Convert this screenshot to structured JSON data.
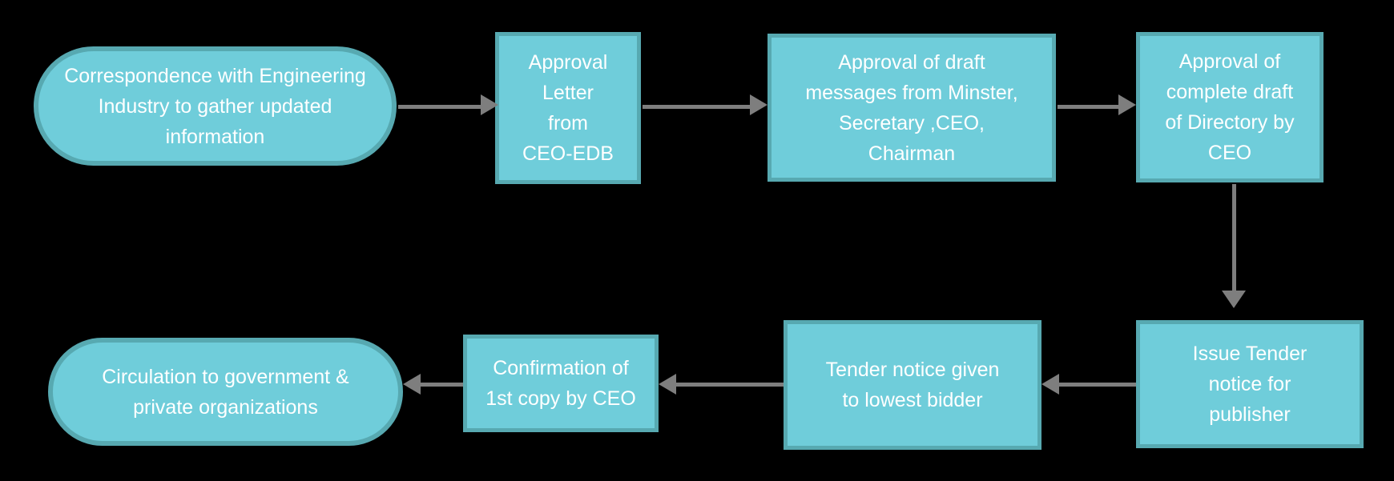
{
  "diagram": {
    "type": "flowchart",
    "colors": {
      "background": "#000000",
      "node_fill": "#6FCDDA",
      "node_border": "#57A9B1",
      "arrow": "#7E7E7E",
      "text": "#FFFFFF"
    },
    "nodes": [
      {
        "id": "correspondence",
        "shape": "stadium",
        "label": "Correspondence with Engineering\nIndustry to gather updated\ninformation"
      },
      {
        "id": "approval-letter",
        "shape": "rectangle",
        "label": "Approval\nLetter\nfrom\nCEO-EDB"
      },
      {
        "id": "approval-draft-messages",
        "shape": "rectangle",
        "label": "Approval of draft\nmessages from Minster,\nSecretary ,CEO,\nChairman"
      },
      {
        "id": "approval-complete-draft",
        "shape": "rectangle",
        "label": "Approval of\ncomplete draft\nof Directory by\nCEO"
      },
      {
        "id": "issue-tender-notice",
        "shape": "rectangle",
        "label": "Issue Tender\nnotice for\npublisher"
      },
      {
        "id": "tender-lowest-bidder",
        "shape": "rectangle",
        "label": "Tender notice given\nto lowest bidder"
      },
      {
        "id": "confirmation-first-copy",
        "shape": "rectangle",
        "label": "Confirmation of\n1st copy by CEO"
      },
      {
        "id": "circulation",
        "shape": "stadium",
        "label": "Circulation to government &\nprivate organizations"
      }
    ],
    "edges": [
      {
        "from": "correspondence",
        "to": "approval-letter",
        "direction": "right"
      },
      {
        "from": "approval-letter",
        "to": "approval-draft-messages",
        "direction": "right"
      },
      {
        "from": "approval-draft-messages",
        "to": "approval-complete-draft",
        "direction": "right"
      },
      {
        "from": "approval-complete-draft",
        "to": "issue-tender-notice",
        "direction": "down"
      },
      {
        "from": "issue-tender-notice",
        "to": "tender-lowest-bidder",
        "direction": "left"
      },
      {
        "from": "tender-lowest-bidder",
        "to": "confirmation-first-copy",
        "direction": "left"
      },
      {
        "from": "confirmation-first-copy",
        "to": "circulation",
        "direction": "left"
      }
    ]
  }
}
